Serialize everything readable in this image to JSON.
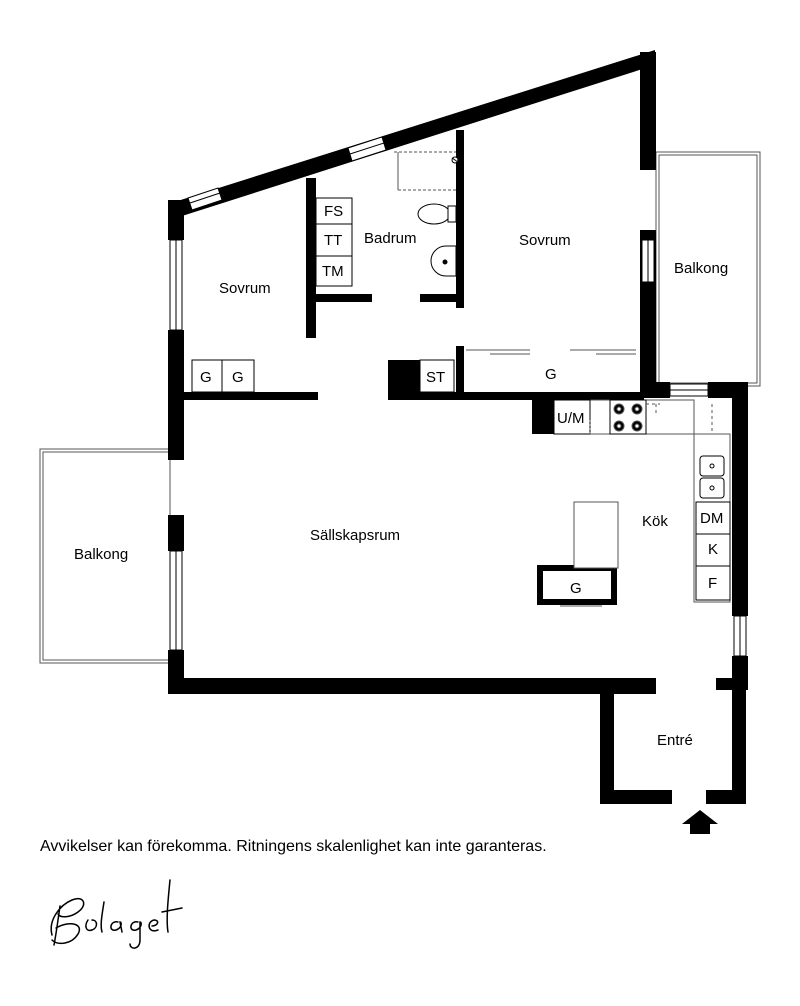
{
  "rooms": {
    "sovrum_left": "Sovrum",
    "badrum": "Badrum",
    "sovrum_right": "Sovrum",
    "balkong_right": "Balkong",
    "balkong_left": "Balkong",
    "sallskapsrum": "Sällskapsrum",
    "kok": "Kök",
    "entre": "Entré"
  },
  "fixtures": {
    "fs": "FS",
    "tt": "TT",
    "tm": "TM",
    "g_left_1": "G",
    "g_left_2": "G",
    "st": "ST",
    "g_hall": "G",
    "um": "U/M",
    "dm": "DM",
    "k": "K",
    "f": "F",
    "g_island": "G"
  },
  "footer": {
    "disclaimer": "Avvikelser kan förekomma. Ritningens skalenlighet kan inte garanteras.",
    "logo_text": "Bolaget"
  },
  "colors": {
    "wall": "#000000",
    "background": "#ffffff",
    "line": "#555555"
  }
}
